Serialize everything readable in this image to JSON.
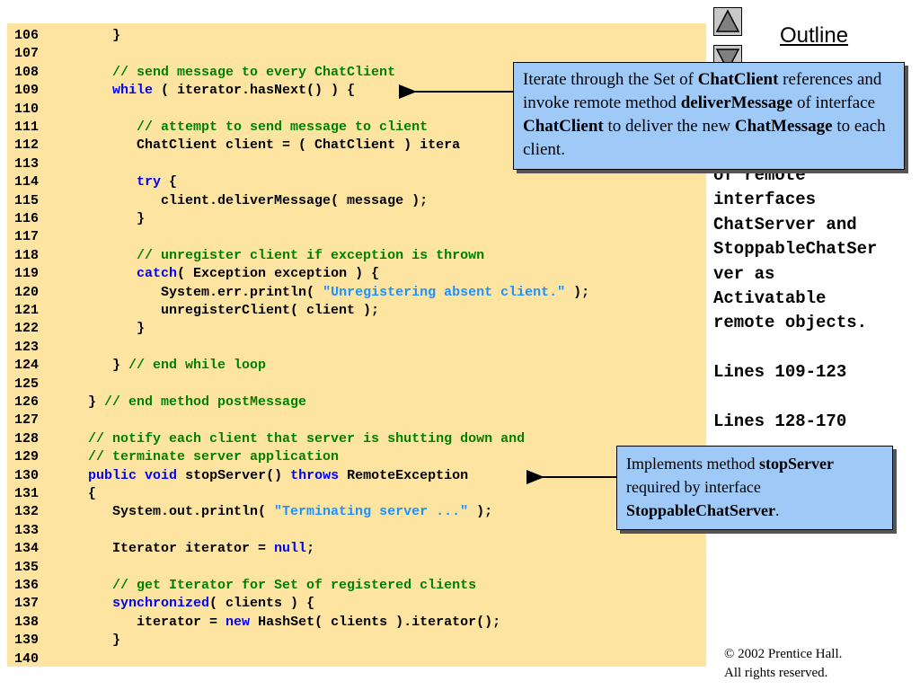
{
  "code": {
    "lines": [
      {
        "n": "106",
        "parts": [
          {
            "t": "         }",
            "c": ""
          }
        ]
      },
      {
        "n": "107",
        "parts": [
          {
            "t": "",
            "c": ""
          }
        ]
      },
      {
        "n": "108",
        "parts": [
          {
            "t": "         // send message to every ChatClient",
            "c": "cm"
          }
        ]
      },
      {
        "n": "109",
        "parts": [
          {
            "t": "         ",
            "c": ""
          },
          {
            "t": "while",
            "c": "kw"
          },
          {
            "t": " ( iterator.hasNext() ) {",
            "c": ""
          }
        ]
      },
      {
        "n": "110",
        "parts": [
          {
            "t": "",
            "c": ""
          }
        ]
      },
      {
        "n": "111",
        "parts": [
          {
            "t": "            // attempt to send message to client",
            "c": "cm"
          }
        ]
      },
      {
        "n": "112",
        "parts": [
          {
            "t": "            ChatClient client = ( ChatClient ) itera",
            "c": ""
          }
        ]
      },
      {
        "n": "113",
        "parts": [
          {
            "t": "",
            "c": ""
          }
        ]
      },
      {
        "n": "114",
        "parts": [
          {
            "t": "            ",
            "c": ""
          },
          {
            "t": "try",
            "c": "kw"
          },
          {
            "t": " {",
            "c": ""
          }
        ]
      },
      {
        "n": "115",
        "parts": [
          {
            "t": "               client.deliverMessage( message );",
            "c": ""
          }
        ]
      },
      {
        "n": "116",
        "parts": [
          {
            "t": "            }",
            "c": ""
          }
        ]
      },
      {
        "n": "117",
        "parts": [
          {
            "t": "",
            "c": ""
          }
        ]
      },
      {
        "n": "118",
        "parts": [
          {
            "t": "            // unregister client if exception is thrown",
            "c": "cm"
          }
        ]
      },
      {
        "n": "119",
        "parts": [
          {
            "t": "            ",
            "c": ""
          },
          {
            "t": "catch",
            "c": "kw"
          },
          {
            "t": "( Exception exception ) {",
            "c": ""
          }
        ]
      },
      {
        "n": "120",
        "parts": [
          {
            "t": "               System.err.println( ",
            "c": ""
          },
          {
            "t": "\"Unregistering absent client.\"",
            "c": "st"
          },
          {
            "t": " );",
            "c": ""
          }
        ]
      },
      {
        "n": "121",
        "parts": [
          {
            "t": "               unregisterClient( client );",
            "c": ""
          }
        ]
      },
      {
        "n": "122",
        "parts": [
          {
            "t": "            }",
            "c": ""
          }
        ]
      },
      {
        "n": "123",
        "parts": [
          {
            "t": "",
            "c": ""
          }
        ]
      },
      {
        "n": "124",
        "parts": [
          {
            "t": "         } ",
            "c": ""
          },
          {
            "t": "// end while loop",
            "c": "cm"
          }
        ]
      },
      {
        "n": "125",
        "parts": [
          {
            "t": "",
            "c": ""
          }
        ]
      },
      {
        "n": "126",
        "parts": [
          {
            "t": "      } ",
            "c": ""
          },
          {
            "t": "// end method postMessage",
            "c": "cm"
          }
        ]
      },
      {
        "n": "127",
        "parts": [
          {
            "t": "",
            "c": ""
          }
        ]
      },
      {
        "n": "128",
        "parts": [
          {
            "t": "      // notify each client that server is shutting down and",
            "c": "cm"
          }
        ]
      },
      {
        "n": "129",
        "parts": [
          {
            "t": "      // terminate server application",
            "c": "cm"
          }
        ]
      },
      {
        "n": "130",
        "parts": [
          {
            "t": "      ",
            "c": ""
          },
          {
            "t": "public",
            "c": "kw"
          },
          {
            "t": " ",
            "c": ""
          },
          {
            "t": "void",
            "c": "kw"
          },
          {
            "t": " stopServer() ",
            "c": ""
          },
          {
            "t": "throws",
            "c": "kw"
          },
          {
            "t": " RemoteException",
            "c": ""
          }
        ]
      },
      {
        "n": "131",
        "parts": [
          {
            "t": "      {",
            "c": ""
          }
        ]
      },
      {
        "n": "132",
        "parts": [
          {
            "t": "         System.out.println( ",
            "c": ""
          },
          {
            "t": "\"Terminating server ...\"",
            "c": "st"
          },
          {
            "t": " );",
            "c": ""
          }
        ]
      },
      {
        "n": "133",
        "parts": [
          {
            "t": "",
            "c": ""
          }
        ]
      },
      {
        "n": "134",
        "parts": [
          {
            "t": "         Iterator iterator = ",
            "c": ""
          },
          {
            "t": "null",
            "c": "kw"
          },
          {
            "t": ";",
            "c": ""
          }
        ]
      },
      {
        "n": "135",
        "parts": [
          {
            "t": "",
            "c": ""
          }
        ]
      },
      {
        "n": "136",
        "parts": [
          {
            "t": "         // get Iterator for Set of registered clients",
            "c": "cm"
          }
        ]
      },
      {
        "n": "137",
        "parts": [
          {
            "t": "         ",
            "c": ""
          },
          {
            "t": "synchronized",
            "c": "kw"
          },
          {
            "t": "( clients ) {",
            "c": ""
          }
        ]
      },
      {
        "n": "138",
        "parts": [
          {
            "t": "            iterator = ",
            "c": ""
          },
          {
            "t": "new",
            "c": "kw"
          },
          {
            "t": " HashSet( clients ).iterator();",
            "c": ""
          }
        ]
      },
      {
        "n": "139",
        "parts": [
          {
            "t": "         }",
            "c": ""
          }
        ]
      },
      {
        "n": "140",
        "parts": [
          {
            "t": "",
            "c": ""
          }
        ]
      }
    ]
  },
  "outline": {
    "title": "Outline",
    "up_icon": "triangle-up-icon",
    "down_icon": "triangle-down-icon"
  },
  "sidebar": {
    "lines": [
      "of remote",
      "interfaces",
      "ChatServer and",
      "StoppableChatSer",
      "ver as",
      "Activatable",
      "remote objects.",
      "",
      "Lines 109-123",
      "",
      "Lines 128-170"
    ]
  },
  "callout1": {
    "p1": "Iterate through the Set of ",
    "b1": "ChatClient",
    "p2": " references and invoke remote method ",
    "b2": "deliverMessage",
    "p3": " of interface ",
    "b3": "ChatClient",
    "p4": " to deliver the new ",
    "b4": "ChatMessage",
    "p5": " to each client."
  },
  "callout2": {
    "p1": "Implements method ",
    "b1": "stopServer",
    "p2": " required by interface ",
    "b2": "StoppableChatServer",
    "p3": "."
  },
  "copyright": {
    "line1": "© 2002 Prentice Hall.",
    "line2": "All rights reserved."
  },
  "colors": {
    "code_bg": "#fde4a0",
    "keyword": "#0000ff",
    "comment": "#008000",
    "string": "#1e90ff",
    "callout_bg": "#9fcaf8"
  }
}
